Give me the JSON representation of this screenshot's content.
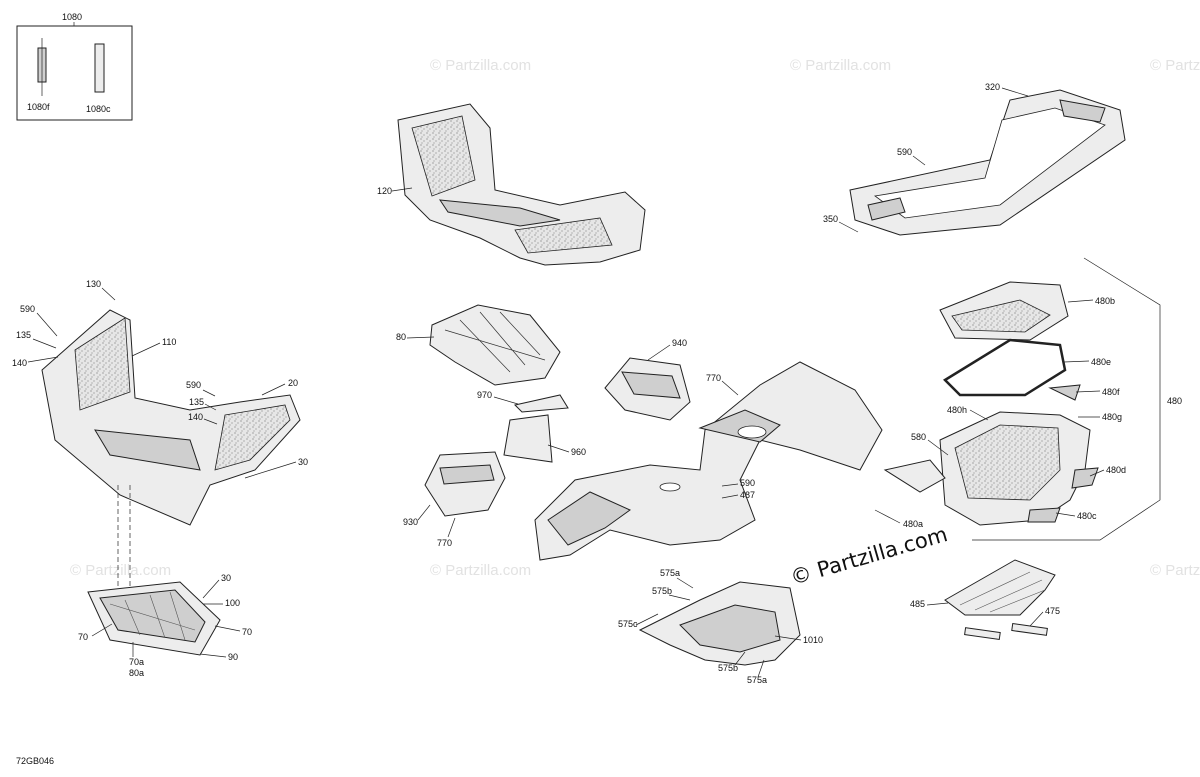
{
  "diagram_code": "72GB046",
  "watermark": "© Partzilla.com",
  "watermark_main": "© Partzilla.com",
  "inset": {
    "title": "1080",
    "left_label": "1080f",
    "right_label": "1080c"
  },
  "callouts": {
    "c120": "120",
    "c320": "320",
    "c590a": "590",
    "c350": "350",
    "c130": "130",
    "c590b": "590",
    "c135a": "135",
    "c140a": "140",
    "c110": "110",
    "c590c": "590",
    "c135b": "135",
    "c140b": "140",
    "c20": "20",
    "c30a": "30",
    "c80": "80",
    "c940": "940",
    "c770a": "770",
    "c970": "970",
    "c960": "960",
    "c930": "930",
    "c770b": "770",
    "c590d": "590",
    "c487": "487",
    "c480b": "480b",
    "c480e": "480e",
    "c480f": "480f",
    "c480h": "480h",
    "c480g": "480g",
    "c480": "480",
    "c580": "580",
    "c480d": "480d",
    "c480a": "480a",
    "c480c": "480c",
    "c30b": "30",
    "c100": "100",
    "c70a": "70",
    "c70b": "70",
    "c90": "90",
    "c70a2": "70a",
    "c80a": "80a",
    "c575a1": "575a",
    "c575b1": "575b",
    "c575c": "575c",
    "c1010": "1010",
    "c575b2": "575b",
    "c575a2": "575a",
    "c485": "485",
    "c475": "475"
  }
}
